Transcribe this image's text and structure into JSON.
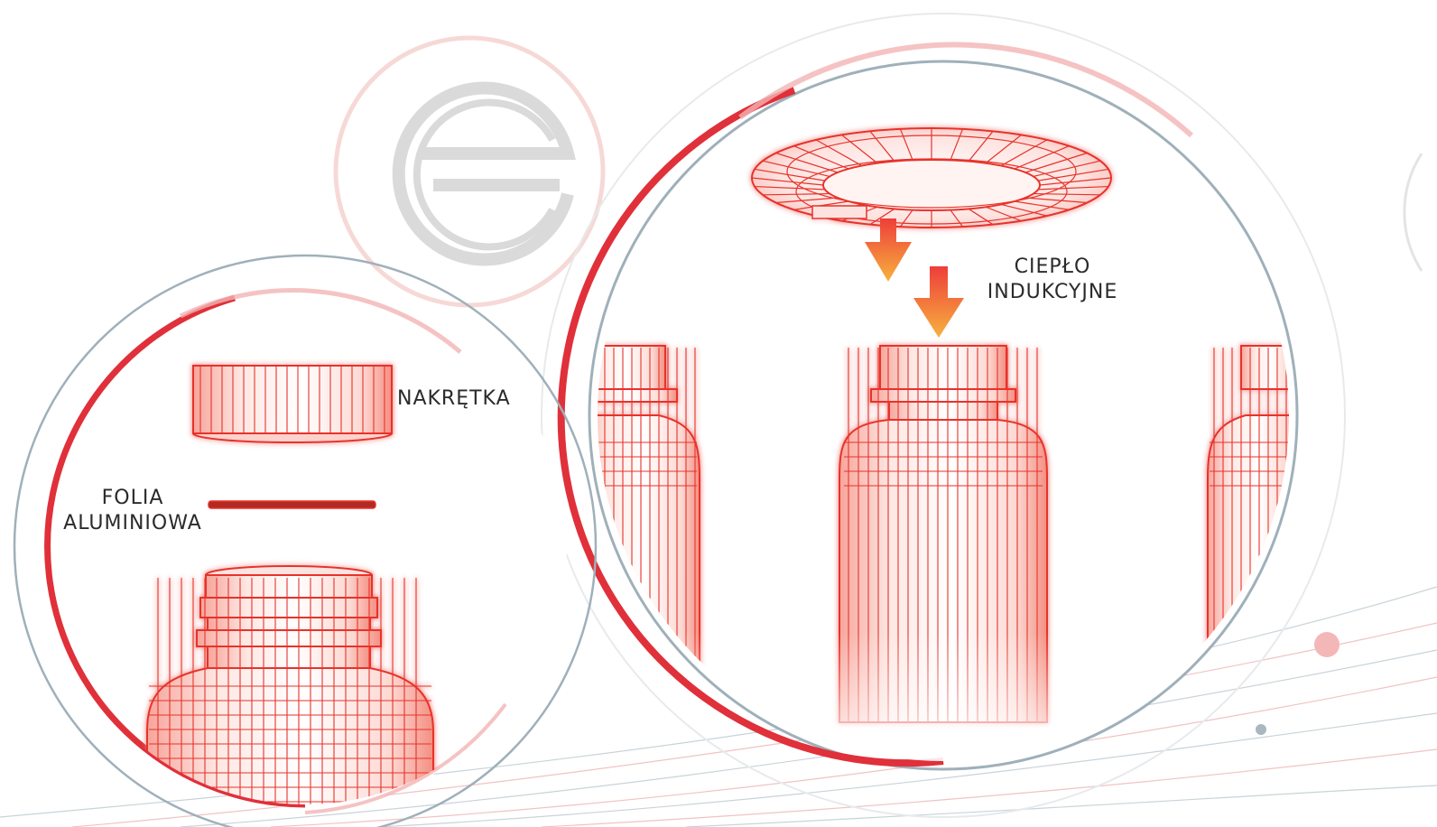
{
  "labels": {
    "cap": "NAKRĘTKA",
    "foil_line1": "FOLIA",
    "foil_line2": "ALUMINIOWA",
    "heat_line1": "CIEPŁO",
    "heat_line2": "INDUKCYJNE"
  },
  "logo": {
    "letter": "e",
    "icon": "e-logo-icon"
  },
  "colors": {
    "wire": "#e8322b",
    "accent_ring": "#e0303a",
    "soft_ring": "#f2c9c9",
    "grey_ring": "#9fb0ba",
    "logo_grey": "#dadada",
    "arrow_top": "#ee3e3a",
    "arrow_bottom": "#f7a93b",
    "text": "#2b2b2b"
  }
}
